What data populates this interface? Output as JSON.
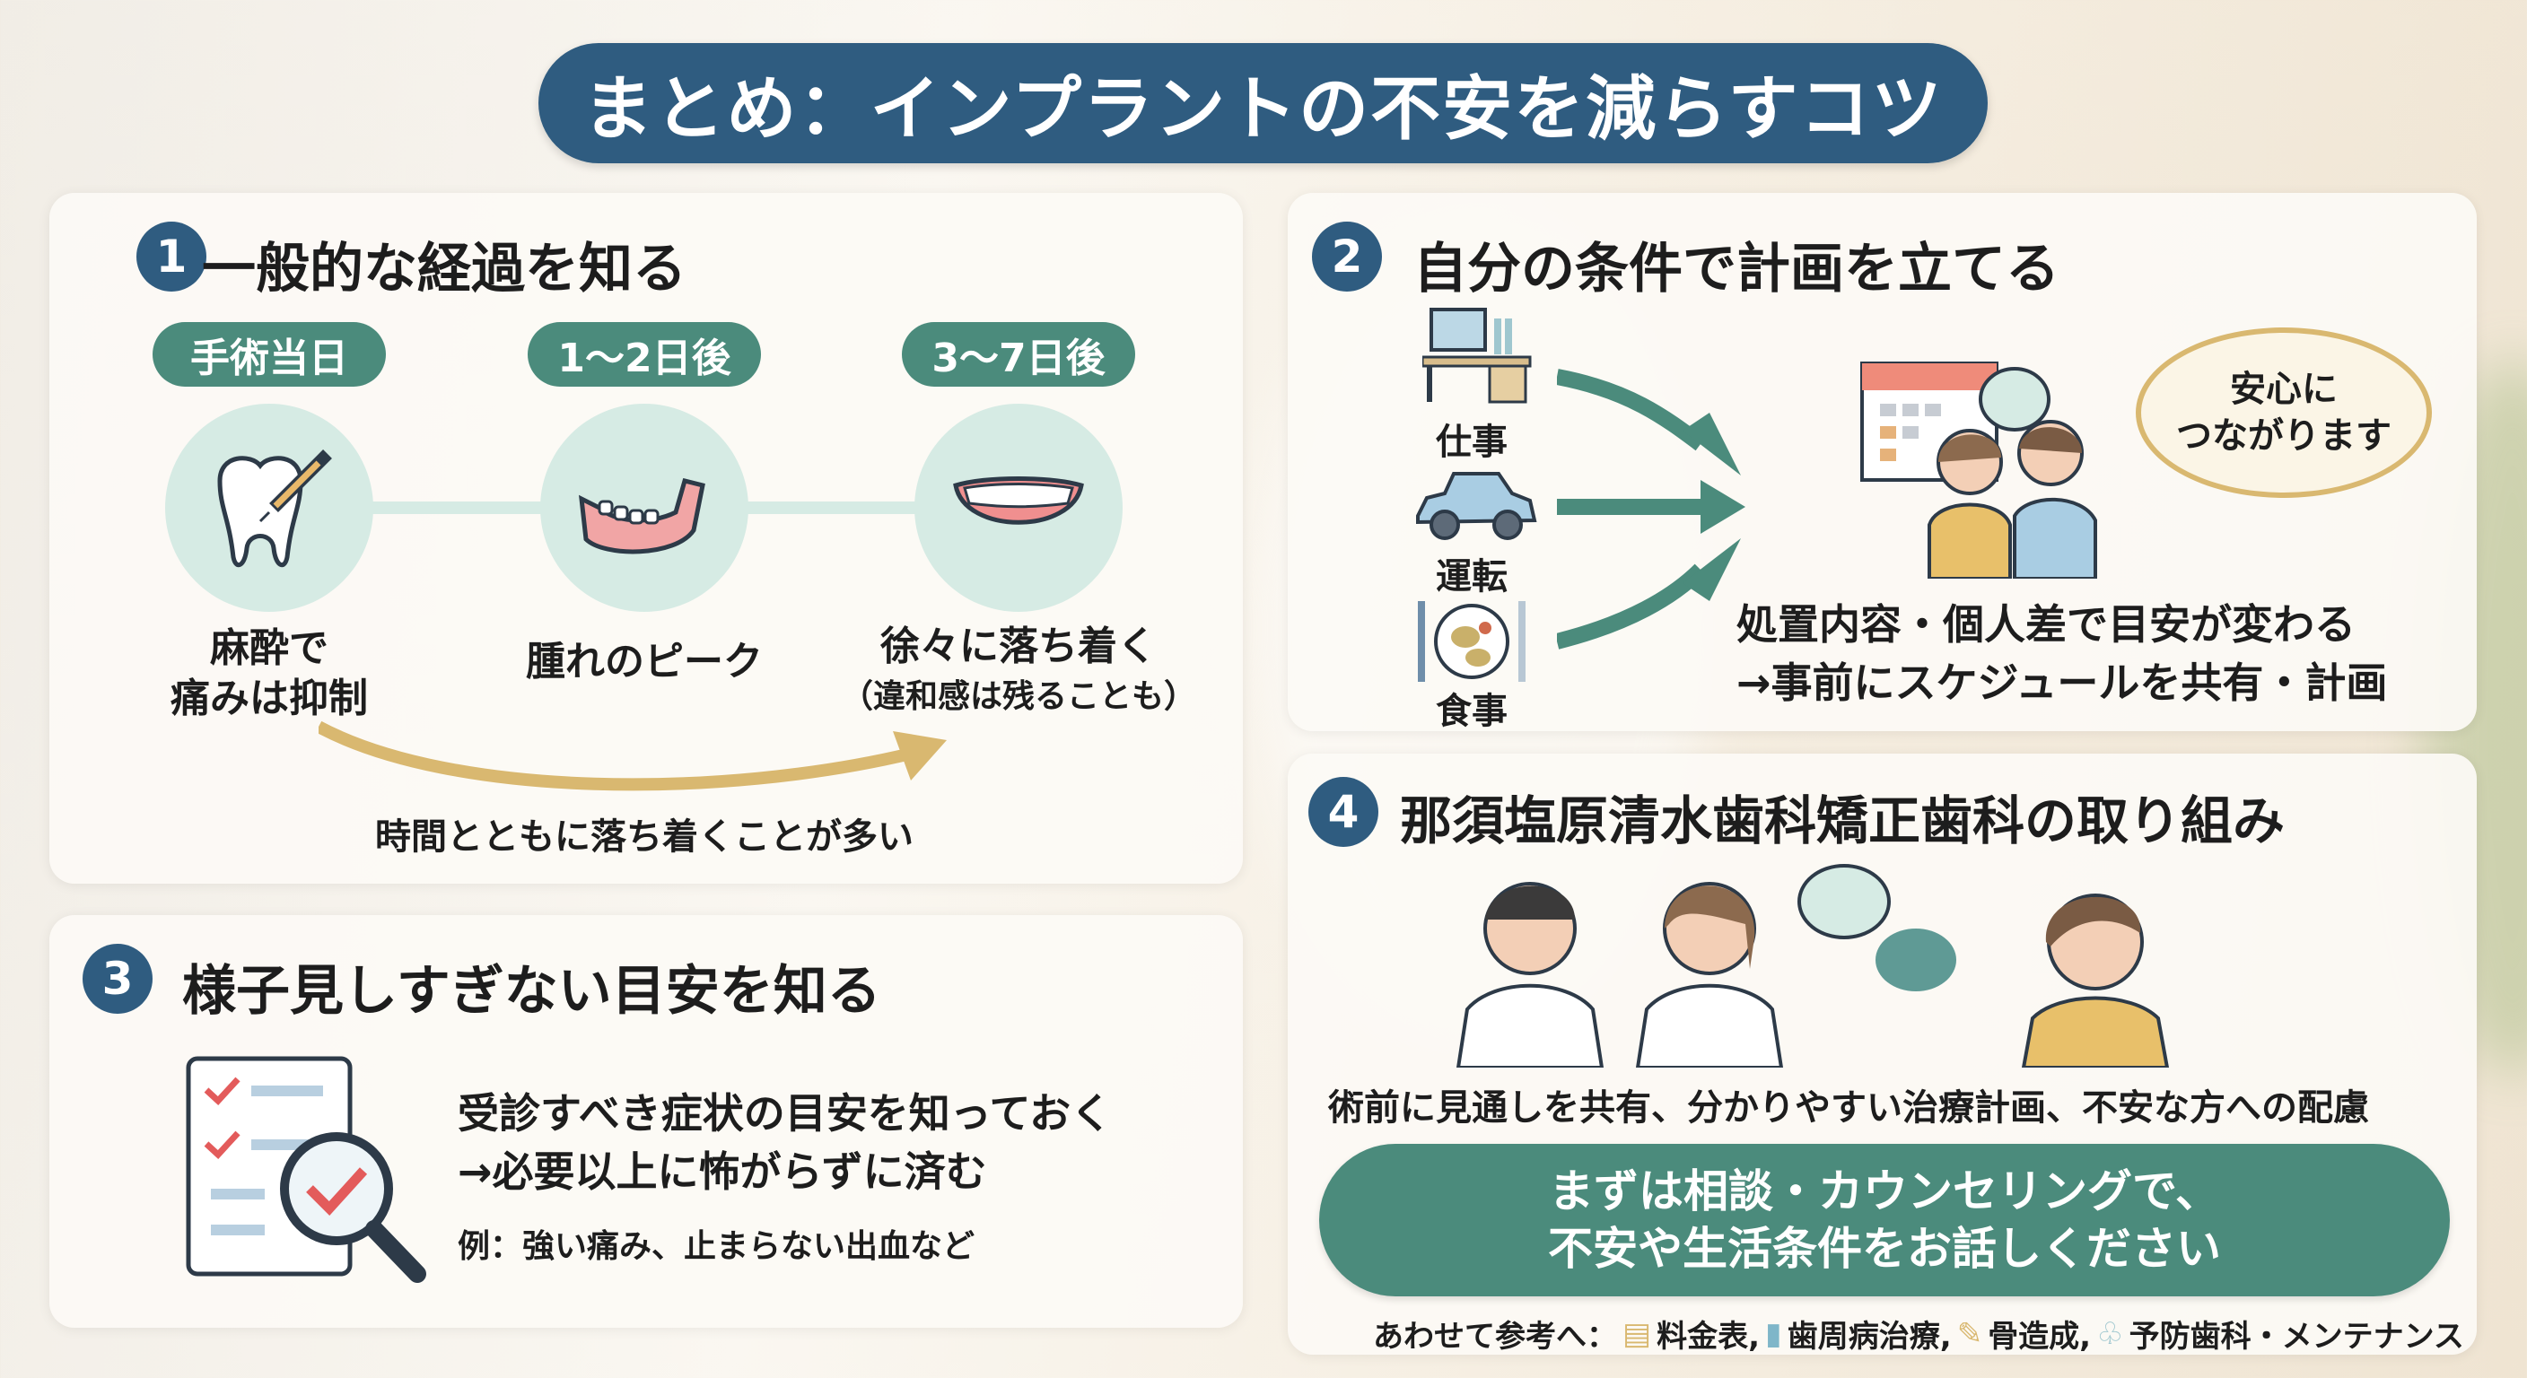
{
  "title": "まとめ：インプラントの不安を減らすコツ",
  "section1": {
    "number": "1",
    "title": "一般的な経過を知る",
    "stages": [
      {
        "tag": "手術当日",
        "lines": [
          "麻酔で",
          "痛みは抑制"
        ]
      },
      {
        "tag": "1〜2日後",
        "lines": [
          "腫れのピーク"
        ]
      },
      {
        "tag": "3〜7日後",
        "lines": [
          "徐々に落ち着く",
          "（違和感は残ることも）"
        ]
      }
    ],
    "caption": "時間とともに落ち着くことが多い"
  },
  "section2": {
    "number": "2",
    "title": "自分の条件で計画を立てる",
    "factors": [
      "仕事",
      "運転",
      "食事"
    ],
    "bubble": [
      "安心に",
      "つながります"
    ],
    "lines": [
      "処置内容・個人差で目安が変わる",
      "→事前にスケジュールを共有・計画"
    ]
  },
  "section3": {
    "number": "3",
    "title": "様子見しすぎない目安を知る",
    "lines": [
      "受診すべき症状の目安を知っておく",
      "→必要以上に怖がらずに済む"
    ],
    "example": "例：強い痛み、止まらない出血など"
  },
  "section4": {
    "number": "4",
    "title": "那須塩原清水歯科矯正歯科の取り組み",
    "caption": "術前に見通しを共有、分かりやすい治療計画、不安な方への配慮",
    "cta": [
      "まずは相談・カウンセリングで、",
      "不安や生活条件をお話しください"
    ],
    "footer": {
      "prefix": "あわせて参考へ：",
      "links": [
        "料金表,",
        "歯周病治療,",
        "骨造成,",
        "予防歯科・メンテナンス"
      ]
    }
  },
  "colors": {
    "navy": "#2f5c80",
    "teal": "#4b8b7c",
    "mint": "#d6ebe4",
    "gold": "#d9b870"
  }
}
